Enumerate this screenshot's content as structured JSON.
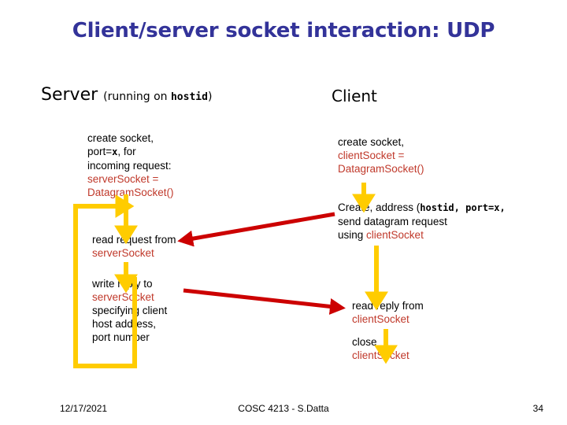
{
  "slide": {
    "title": "Client/server socket interaction: UDP",
    "colors": {
      "title": "#333399",
      "code": "#c0392b",
      "flow_arrow": "#ffcc00",
      "message_arrow": "#cc0000",
      "text": "#000000",
      "background": "#ffffff"
    }
  },
  "columns": {
    "server": {
      "heading_main": "Server ",
      "heading_paren_open": "(running on ",
      "heading_mono": "hostid",
      "heading_paren_close": ")",
      "steps": {
        "create": {
          "line1": "create socket,",
          "line2_pre": "port=",
          "line2_mono": "x",
          "line2_post": ", for",
          "line3": "incoming request:",
          "code1": "serverSocket =",
          "code2": "DatagramSocket()"
        },
        "read": {
          "line1": "read request from",
          "code1": "serverSocket"
        },
        "write": {
          "line1": "write reply to",
          "code1": "serverSocket",
          "line2": "specifying client",
          "line3": "host address,",
          "line4": "port number"
        }
      }
    },
    "client": {
      "heading_main": "Client",
      "steps": {
        "create": {
          "line1": "create socket,",
          "code1": "clientSocket =",
          "code2": "DatagramSocket()"
        },
        "send": {
          "line1_pre": "Create, address (",
          "line1_mono": "hostid, port=x,",
          "line2": "send datagram request",
          "line3_pre": "using ",
          "line3_code": "clientSocket"
        },
        "read": {
          "line1": "read reply from",
          "code1": "clientSocket"
        },
        "close": {
          "line1": "close",
          "code1": "clientSocket"
        }
      }
    }
  },
  "footer": {
    "date": "12/17/2021",
    "center": "COSC 4213 - S.Datta",
    "page_number": "34"
  }
}
